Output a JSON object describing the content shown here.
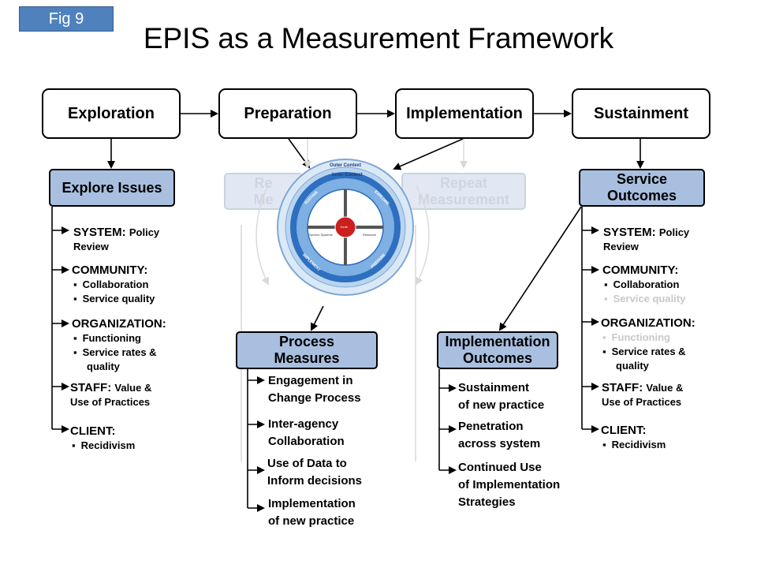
{
  "badge": "Fig 9",
  "title": "EPIS as a Measurement Framework",
  "phases": [
    "Exploration",
    "Preparation",
    "Implementation",
    "Sustainment"
  ],
  "explore_box": "Explore Issues",
  "service_box": {
    "line1": "Service",
    "line2": "Outcomes"
  },
  "process_box": {
    "line1": "Process",
    "line2": "Measures"
  },
  "impl_box": {
    "line1": "Implementation",
    "line2": "Outcomes"
  },
  "ghost_left": {
    "line1": "Re",
    "line2": "Me"
  },
  "ghost_right": {
    "line1": "Repeat",
    "line2": "Measurement"
  },
  "left_list": {
    "system": "SYSTEM:",
    "system_sub": "Policy",
    "system_sub2": "Review",
    "community": "COMMUNITY:",
    "collab": "Collaboration",
    "service_quality": "Service quality",
    "organization": "ORGANIZATION:",
    "functioning": "Functioning",
    "rates": "Service rates &",
    "rates2": "quality",
    "staff": "STAFF:",
    "staff_sub": "Value &",
    "staff_sub2": "Use of Practices",
    "client": "CLIENT:",
    "recid": "Recidivism"
  },
  "right_list": {
    "system": "SYSTEM:",
    "system_sub": "Policy",
    "system_sub2": "Review",
    "community": "COMMUNITY:",
    "collab": "Collaboration",
    "service_quality": "Service quality",
    "organization": "ORGANIZATION:",
    "functioning": "Functioning",
    "rates": "Service rates &",
    "rates2": "quality",
    "staff": "STAFF:",
    "staff_sub": "Value &",
    "staff_sub2": "Use of Practices",
    "client": "CLIENT:",
    "recid": "Recidivism"
  },
  "process_items": [
    {
      "l1": "Engagement in",
      "l2": "Change Process"
    },
    {
      "l1": "Inter-agency",
      "l2": "Collaboration"
    },
    {
      "l1": "Use of Data to",
      "l2": "Inform decisions"
    },
    {
      "l1": "Implementation",
      "l2": "of new practice"
    }
  ],
  "impl_items": [
    {
      "l1": "Sustainment",
      "l2": "of new practice",
      "l3": ""
    },
    {
      "l1": "Penetration",
      "l2": "across system",
      "l3": ""
    },
    {
      "l1": "Continued Use",
      "l2": "of Implementation",
      "l3": "Strategies"
    }
  ],
  "cycle": {
    "outer": "Outer Context",
    "inner": "Inner Context",
    "explore": "EXPLORE",
    "prepare": "PREPARE",
    "implement": "IMPLEMENT",
    "sustain": "SUSTAIN",
    "center": "Youth",
    "left": "Service Systems",
    "right": "Research"
  },
  "colors": {
    "badge": "#4f81bd",
    "box": "#a9bfe0",
    "cycle_dark": "#2e6fc0",
    "cycle_light": "#9cc3eb",
    "center": "#cc1f1f"
  }
}
